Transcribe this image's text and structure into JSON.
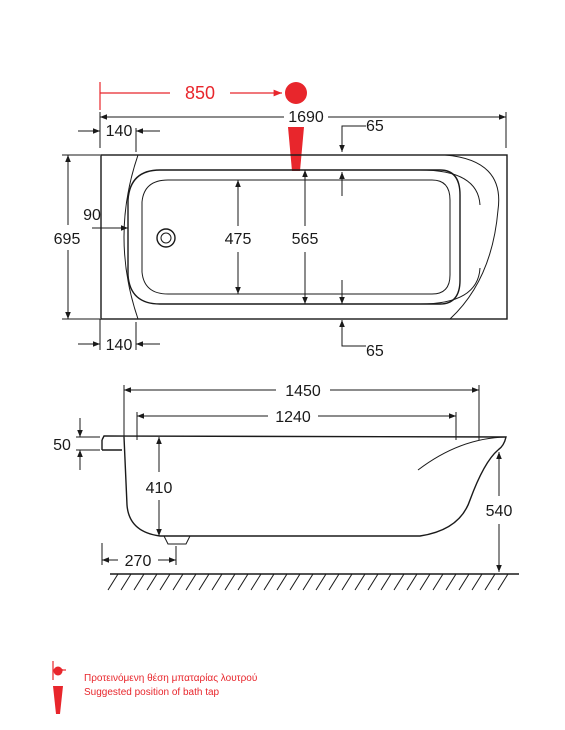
{
  "top_view": {
    "tap_offset": "850",
    "overall_length": "1690",
    "left_rim_top": "140",
    "left_rim_bottom": "140",
    "rim_top": "65",
    "rim_bottom": "65",
    "drain_offset": "90",
    "overall_width": "695",
    "inner_width": "475",
    "basin_width": "565"
  },
  "side_view": {
    "top_length": "1450",
    "bottom_length": "1240",
    "rim_height": "50",
    "depth": "410",
    "total_height": "540",
    "leg_offset": "270"
  },
  "legend": {
    "line_greek": "Προτεινόμενη θέση μπαταρίας λουτρού",
    "line_english": "Suggested position of bath tap"
  },
  "colors": {
    "accent": "#e8262c",
    "ink": "#1a1a1a"
  }
}
